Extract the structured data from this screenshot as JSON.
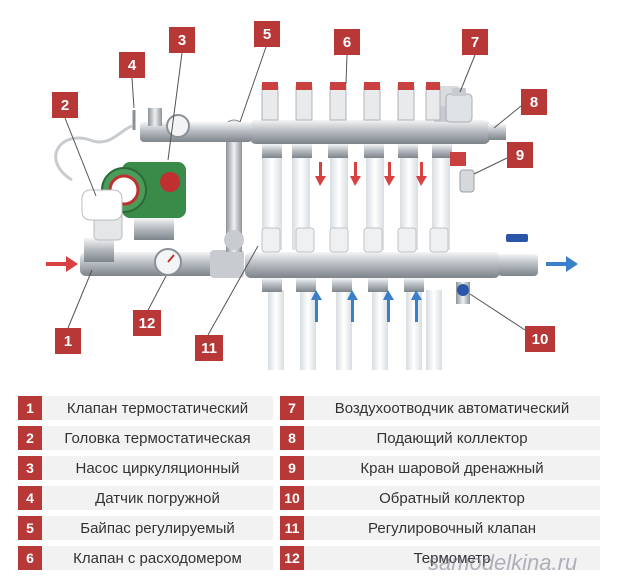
{
  "callouts": [
    "1",
    "2",
    "3",
    "4",
    "5",
    "6",
    "7",
    "8",
    "9",
    "10",
    "11",
    "12"
  ],
  "legend": [
    {
      "num": "1",
      "text": "Клапан термостатический"
    },
    {
      "num": "7",
      "text": "Воздухоотводчик автоматический"
    },
    {
      "num": "2",
      "text": "Головка термостатическая"
    },
    {
      "num": "8",
      "text": "Подающий коллектор"
    },
    {
      "num": "3",
      "text": "Насос циркуляционный"
    },
    {
      "num": "9",
      "text": "Кран шаровой дренажный"
    },
    {
      "num": "4",
      "text": "Датчик погружной"
    },
    {
      "num": "10",
      "text": "Обратный коллектор"
    },
    {
      "num": "5",
      "text": "Байпас регулируемый"
    },
    {
      "num": "11",
      "text": "Регулировочный клапан"
    },
    {
      "num": "6",
      "text": "Клапан с расходомером"
    },
    {
      "num": "12",
      "text": "Термометр"
    }
  ],
  "watermark": "samodelkina.ru",
  "colors": {
    "accent": "#b83838",
    "flow_in": "#d94040",
    "flow_out": "#3a7fc8",
    "pipe": "#c8ccd0",
    "pump": "#3a8a4a"
  }
}
